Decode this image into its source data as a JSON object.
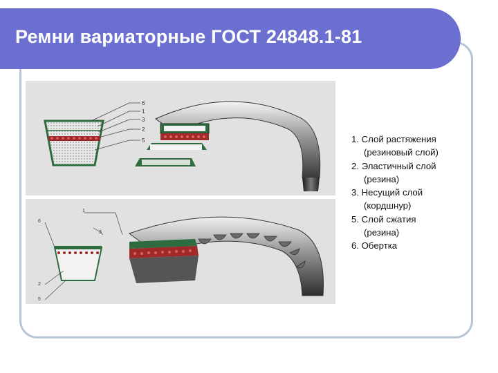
{
  "slide": {
    "title": "Ремни вариаторные ГОСТ 24848.1-81"
  },
  "figure_top": {
    "callouts": [
      "6",
      "1",
      "3",
      "2",
      "5"
    ]
  },
  "figure_bottom": {
    "callouts": [
      "1",
      "6",
      "3",
      "2",
      "5"
    ]
  },
  "legend": {
    "items": [
      {
        "line1": "1. Слой растяжения",
        "line2": "(резиновый слой)"
      },
      {
        "line1": "2. Эластичный слой",
        "line2": "(резина)"
      },
      {
        "line1": "3. Несущий слой",
        "line2": "(кордшнур)"
      },
      {
        "line1": "5. Слой сжатия",
        "line2": "(резина)"
      },
      {
        "line1": "6. Обертка",
        "line2": ""
      }
    ]
  },
  "colors": {
    "header": "#6b6fcf",
    "frame": "#b7c4d6",
    "wrapper_green": "#2e6b3f",
    "cord_red": "#a02a2a"
  }
}
